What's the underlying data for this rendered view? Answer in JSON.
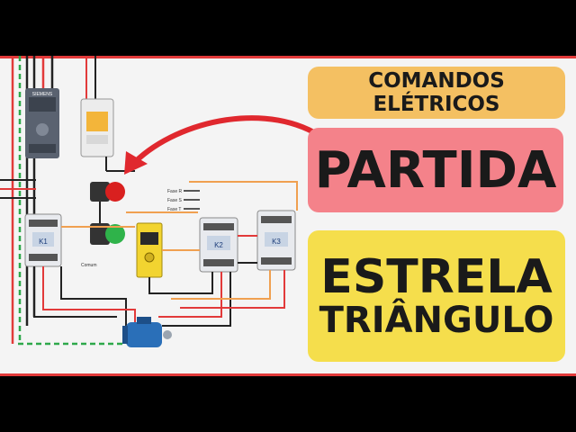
{
  "title_top": "COMANDOS ELÉTRICOS",
  "title_main": "PARTIDA",
  "title_sub_1": "ESTRELA",
  "title_sub_2": "TRIÂNGULO",
  "diagram": {
    "contactor_labels": [
      "K1",
      "K2",
      "K3"
    ],
    "phase_labels": [
      "Fase R",
      "Fase S",
      "Fase T"
    ],
    "common_label": "Comum",
    "breaker_brand": "SIEMENS"
  },
  "colors": {
    "frame": "#e23a3a",
    "title_top_bg": "#f4c062",
    "title_main_bg": "#f4828a",
    "title_sub_bg": "#f5de4c",
    "arrow": "#e0282e",
    "wire_red": "#e23a3a",
    "wire_black": "#222222",
    "wire_orange": "#f0a050",
    "wire_green_dash": "#2ea84a",
    "button_red": "#d9201f",
    "button_green": "#2fb34a",
    "motor": "#2a6fb8"
  }
}
